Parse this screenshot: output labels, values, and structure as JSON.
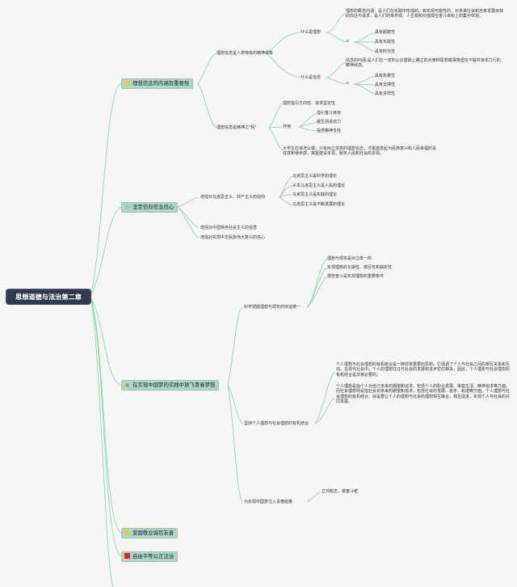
{
  "root": "思想道德与法治第二章",
  "icons": {
    "b1": "lightbulb-icon",
    "b2": "star-icon",
    "b3": "star-icon",
    "b4": "lightbulb-icon",
    "b5": "flag-icon"
  },
  "colors": {
    "root_bg": "#2f3a4e",
    "main_bg": "#aed6c4",
    "line": "#8fcdb4",
    "star_blue": "#3a7bd5",
    "star_orange": "#e36a1a",
    "flag_red": "#e0231d",
    "bulb_yellow": "#f2c744"
  },
  "branches": [
    {
      "label": "理想信念的内涵及重要性",
      "children": [
        {
          "label": "理想信念是人类特有的精神现象",
          "children": [
            {
              "label": "什么是理想",
              "text": "理想的概念内涵：是人们在实践中形成的、有实现可能性的、对未来社会和自身发展目标的向往与追求，是人们的世界观、人生观和价值观在奋斗目标上的集中体现。",
              "connector": "or",
              "items": [
                "具有超越性",
                "具有实践性",
                "具有时代性"
              ]
            },
            {
              "label": "什么是信念",
              "text": "信念的内涵:是人们在一定的认识基础上确立的对某种思想或事物坚信不疑并身体力行的精神状态。",
              "connector": "or",
              "items": [
                "具有执着性",
                "具有支撑性",
                "具有多样性"
              ]
            }
          ]
        },
        {
          "label": "理想信念是精神之\"钙\"",
          "children": [
            {
              "label": "理想指引方向性、追求坚定性"
            },
            {
              "label": "作用",
              "items": [
                "指引奋斗目标",
                "催生前进动力",
                "提供精神支柱"
              ]
            },
            {
              "label": "大学生应该怎么做：只有树立崇高的理想信念，才能激发起为民族复兴和人民幸福的责任感和使命感，掌握建设本领，服务人民和社会的本领。"
            }
          ]
        }
      ]
    },
    {
      "label": "坚定信仰信念信心",
      "children": [
        {
          "label": "增强对马克思主义、共产主义的信仰",
          "items": [
            "马克思主义是科学的理论",
            "子本马克思主义是人民的理论",
            "马克思主义是实践的理论",
            "马克思主义是不断发展的理论"
          ]
        },
        {
          "label": "增强对中国特色社会主义的信念"
        },
        {
          "label": "增强对实现中华民族伟大复兴的信心"
        }
      ]
    },
    {
      "label": "在实现中国梦的实践中放飞青春梦想",
      "children": [
        {
          "label": "科学把握理想与现实的辩证统一",
          "items": [
            "理想与现实是对立统一的",
            "实现理想的长期性、艰巨性和曲折性",
            "艰苦奋斗是实现理想的重要条件"
          ]
        },
        {
          "label": "坚持个人理想与社会理想的有机结合",
          "paragraphs": [
            "个人理想与社会理想的有机结合是一种非常重要的思想。它强调了个人与社会之间的相互关系和互动。在现代社会中，个人的理想往往与社会的发展和进步密切相关，因此，个人理想与社会理想的有机结合是非常必要的。",
            "个人理想是指个人对自己未来的期望和追求，包括个人的职业发展、家庭生活、精神追求等方面。而社会理想则是指社会对未来的期望和追求，包括社会的发展、进步、和谐等方面。个人理想与社会理想的有机结合，就是要让个人的理想与社会的理想相互融合，相互促进，实现个人与社会的共同发展。"
          ]
        },
        {
          "label": "为实现中国梦注入青春能量",
          "items": [
            "立鸿鹄志，做奋斗者"
          ]
        }
      ]
    },
    {
      "label": "爱国敬业诚信友善"
    },
    {
      "label": "自由平等公正法治"
    }
  ]
}
